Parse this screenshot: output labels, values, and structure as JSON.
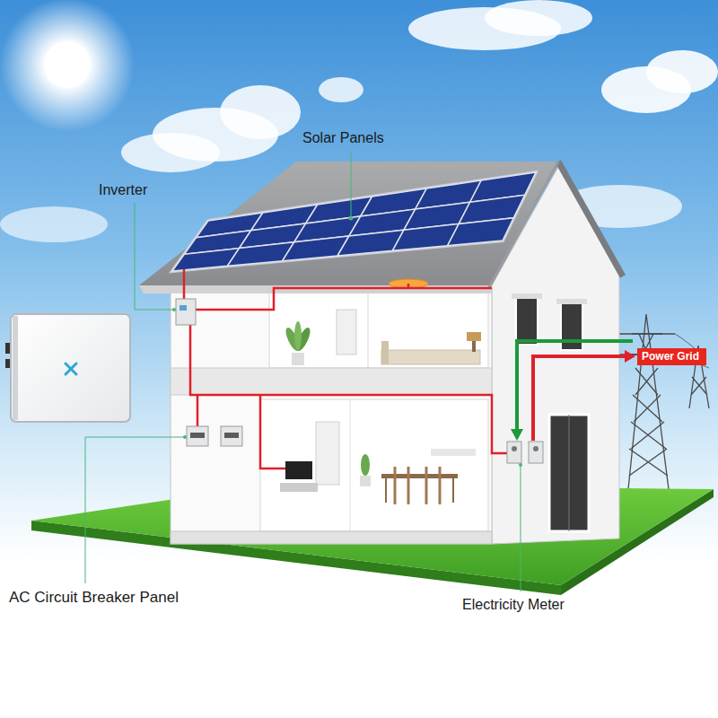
{
  "diagram": {
    "nodes": [
      {
        "text": [
          "Power Grid"
        ]
      }
    ],
    "labels": [
      "Solar Panels",
      "Inverter",
      "AC Circuit Breaker Panel",
      "Electricity Meter"
    ]
  }
}
